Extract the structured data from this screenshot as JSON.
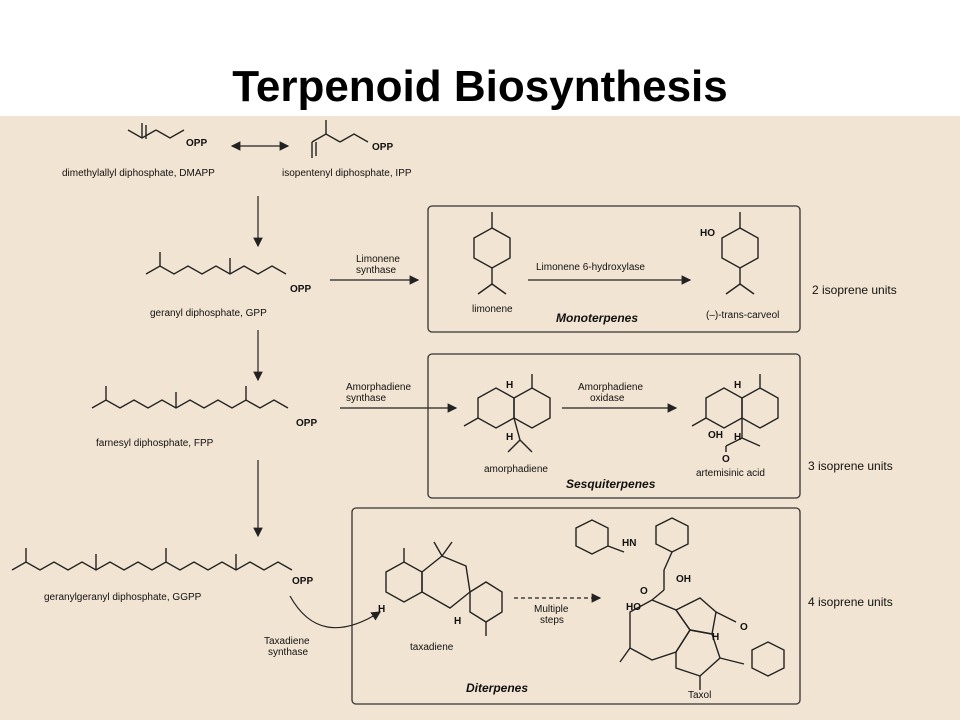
{
  "slide": {
    "title": "Terpenoid Biosynthesis"
  },
  "compounds": {
    "dmapp": "dimethylallyl diphosphate, DMAPP",
    "ipp": "isopentenyl diphosphate, IPP",
    "gpp": "geranyl diphosphate, GPP",
    "fpp": "farnesyl diphosphate, FPP",
    "ggpp": "geranylgeranyl diphosphate, GGPP",
    "limonene": "limonene",
    "carveol": "(–)-trans-carveol",
    "amorphadiene": "amorphadiene",
    "artemisinic": "artemisinic acid",
    "taxadiene": "taxadiene",
    "taxol": "Taxol"
  },
  "enzymes": {
    "limonene_synthase": [
      "Limonene",
      "synthase"
    ],
    "limonene_hydroxylase": "Limonene 6-hydroxylase",
    "amorphadiene_synthase": [
      "Amorphadiene",
      "synthase"
    ],
    "amorphadiene_oxidase": [
      "Amorphadiene",
      "oxidase"
    ],
    "taxadiene_synthase": [
      "Taxadiene",
      "synthase"
    ],
    "multiple_steps": [
      "Multiple",
      "steps"
    ]
  },
  "classes": {
    "mono": "Monoterpenes",
    "sesqui": "Sesquiterpenes",
    "di": "Diterpenes"
  },
  "units": {
    "mono": "2 isoprene units",
    "sesqui": "3 isoprene units",
    "di": "4 isoprene units"
  },
  "atoms": {
    "opp": "OPP",
    "ho": "HO",
    "oh": "OH",
    "o": "O",
    "h": "H",
    "hn": "HN"
  },
  "colors": {
    "panel": "#f2e4d2",
    "ink": "#222222"
  }
}
